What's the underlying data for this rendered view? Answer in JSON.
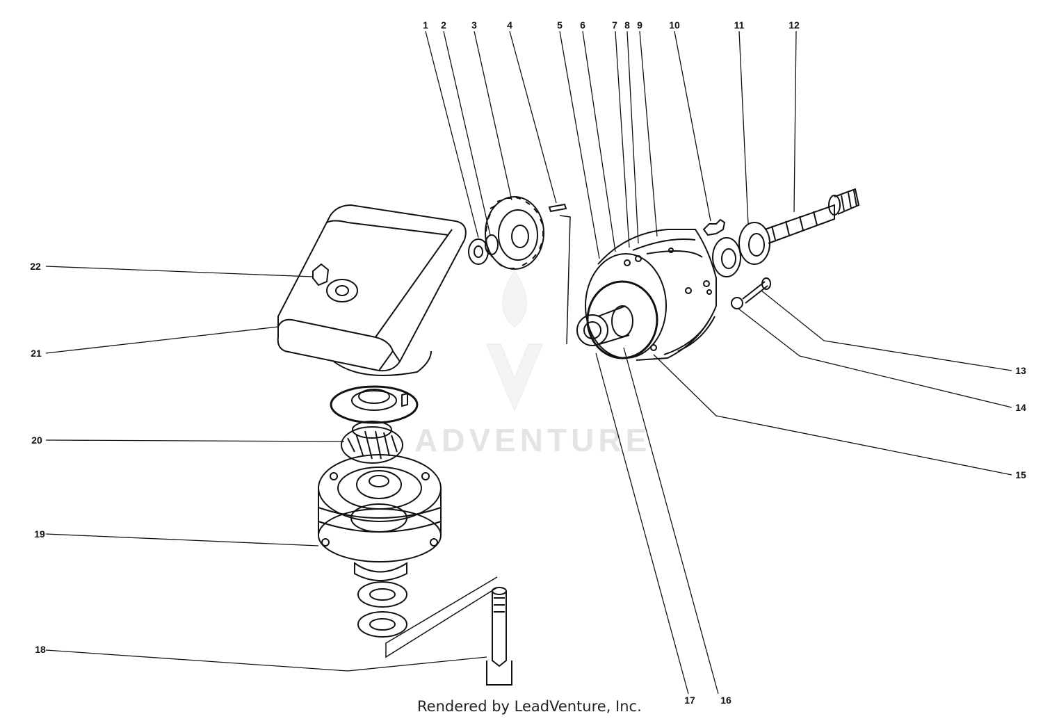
{
  "diagram": {
    "callouts": [
      {
        "id": "1",
        "label": "1"
      },
      {
        "id": "2",
        "label": "2"
      },
      {
        "id": "3",
        "label": "3"
      },
      {
        "id": "4",
        "label": "4"
      },
      {
        "id": "5",
        "label": "5"
      },
      {
        "id": "6",
        "label": "6"
      },
      {
        "id": "7",
        "label": "7"
      },
      {
        "id": "8",
        "label": "8"
      },
      {
        "id": "9",
        "label": "9"
      },
      {
        "id": "10",
        "label": "10"
      },
      {
        "id": "11",
        "label": "11"
      },
      {
        "id": "12",
        "label": "12"
      },
      {
        "id": "13",
        "label": "13"
      },
      {
        "id": "14",
        "label": "14"
      },
      {
        "id": "15",
        "label": "15"
      },
      {
        "id": "16",
        "label": "16"
      },
      {
        "id": "17",
        "label": "17"
      },
      {
        "id": "18",
        "label": "18"
      },
      {
        "id": "19",
        "label": "19"
      },
      {
        "id": "20",
        "label": "20"
      },
      {
        "id": "21",
        "label": "21"
      },
      {
        "id": "22",
        "label": "22"
      }
    ],
    "credit": "Rendered by LeadVenture, Inc.",
    "watermark_text": "ADVENTURE",
    "colors": {
      "ink": "#111111",
      "watermark": "#e4e4e4"
    }
  }
}
